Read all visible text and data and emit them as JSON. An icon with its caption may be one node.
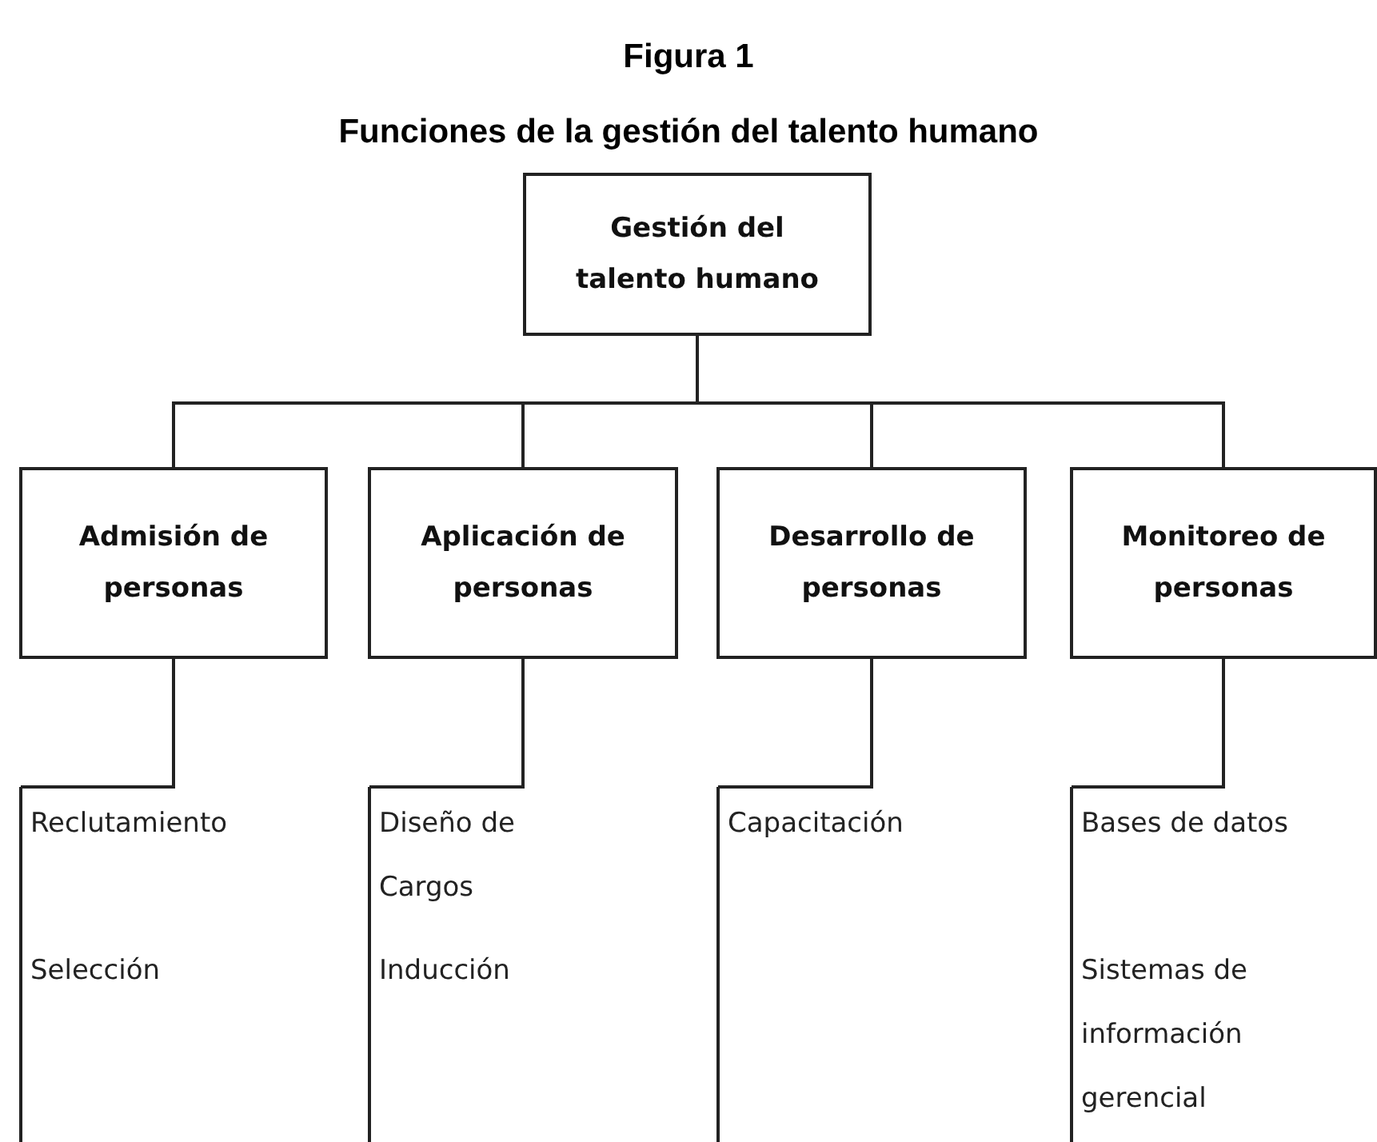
{
  "diagram": {
    "title": "Figura 1",
    "caption": "Funciones de la gestión del talento humano",
    "nodes": [
      {
        "text": [
          "Gestión del talento humano"
        ]
      },
      {
        "text": [
          "Admisión de personas"
        ]
      },
      {
        "text": [
          "Aplicación de personas"
        ]
      },
      {
        "text": [
          "Desarrollo de personas"
        ]
      },
      {
        "text": [
          "Monitoreo de personas"
        ]
      },
      {
        "text": [
          "Reclutamiento",
          "Selección"
        ]
      },
      {
        "text": [
          "Diseño de Cargos",
          "Inducción"
        ]
      },
      {
        "text": [
          "Capacitación"
        ]
      },
      {
        "text": [
          "Bases de datos",
          "Sistemas de información gerencial"
        ]
      }
    ],
    "edges": [
      {
        "from": 0,
        "to": 1,
        "arrow": "none"
      },
      {
        "from": 0,
        "to": 2,
        "arrow": "none"
      },
      {
        "from": 0,
        "to": 3,
        "arrow": "none"
      },
      {
        "from": 0,
        "to": 4,
        "arrow": "none"
      },
      {
        "from": 1,
        "to": 5,
        "arrow": "none"
      },
      {
        "from": 2,
        "to": 6,
        "arrow": "none"
      },
      {
        "from": 3,
        "to": 7,
        "arrow": "none"
      },
      {
        "from": 4,
        "to": 8,
        "arrow": "none"
      }
    ]
  }
}
